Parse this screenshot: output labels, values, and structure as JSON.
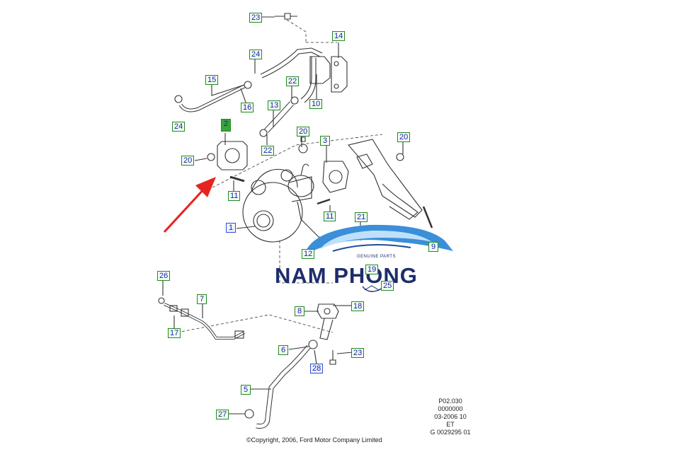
{
  "callouts": [
    {
      "id": "c23a",
      "label": "23"
    },
    {
      "id": "c14",
      "label": "14"
    },
    {
      "id": "c24a",
      "label": "24"
    },
    {
      "id": "c15",
      "label": "15"
    },
    {
      "id": "c22a",
      "label": "22"
    },
    {
      "id": "c16",
      "label": "16"
    },
    {
      "id": "c10",
      "label": "10"
    },
    {
      "id": "c13",
      "label": "13"
    },
    {
      "id": "c24b",
      "label": "24"
    },
    {
      "id": "c2",
      "label": "2"
    },
    {
      "id": "c20a",
      "label": "20"
    },
    {
      "id": "c22b",
      "label": "22"
    },
    {
      "id": "c3",
      "label": "3"
    },
    {
      "id": "c20b",
      "label": "20"
    },
    {
      "id": "c20c",
      "label": "20"
    },
    {
      "id": "c11a",
      "label": "11"
    },
    {
      "id": "c1",
      "label": "1"
    },
    {
      "id": "c11b",
      "label": "11"
    },
    {
      "id": "c21",
      "label": "21"
    },
    {
      "id": "c12",
      "label": "12"
    },
    {
      "id": "c19",
      "label": "19"
    },
    {
      "id": "c25",
      "label": "25"
    },
    {
      "id": "c26",
      "label": "26"
    },
    {
      "id": "c7",
      "label": "7"
    },
    {
      "id": "c18",
      "label": "18"
    },
    {
      "id": "c8",
      "label": "8"
    },
    {
      "id": "c17",
      "label": "17"
    },
    {
      "id": "c6",
      "label": "6"
    },
    {
      "id": "c23b",
      "label": "23"
    },
    {
      "id": "c28",
      "label": "28"
    },
    {
      "id": "c5",
      "label": "5"
    },
    {
      "id": "c27",
      "label": "27"
    },
    {
      "id": "c9",
      "label": "9"
    }
  ],
  "logo": {
    "name": "NAM PHONG",
    "tagline": "GENUINE PARTS"
  },
  "footer": {
    "code_lines": [
      "P02.030",
      "0000000",
      "03-2006 10",
      "ET",
      "G 0029295 01"
    ],
    "copyright": "©Copyright, 2006, Ford Motor Company Limited"
  },
  "colors": {
    "callout_border": "#1f8a1f",
    "callout_text": "#1a1aa6",
    "arrow": "#e8231f",
    "logo_blue": "#1d2d6b",
    "logo_light": "#3b8fd8"
  }
}
